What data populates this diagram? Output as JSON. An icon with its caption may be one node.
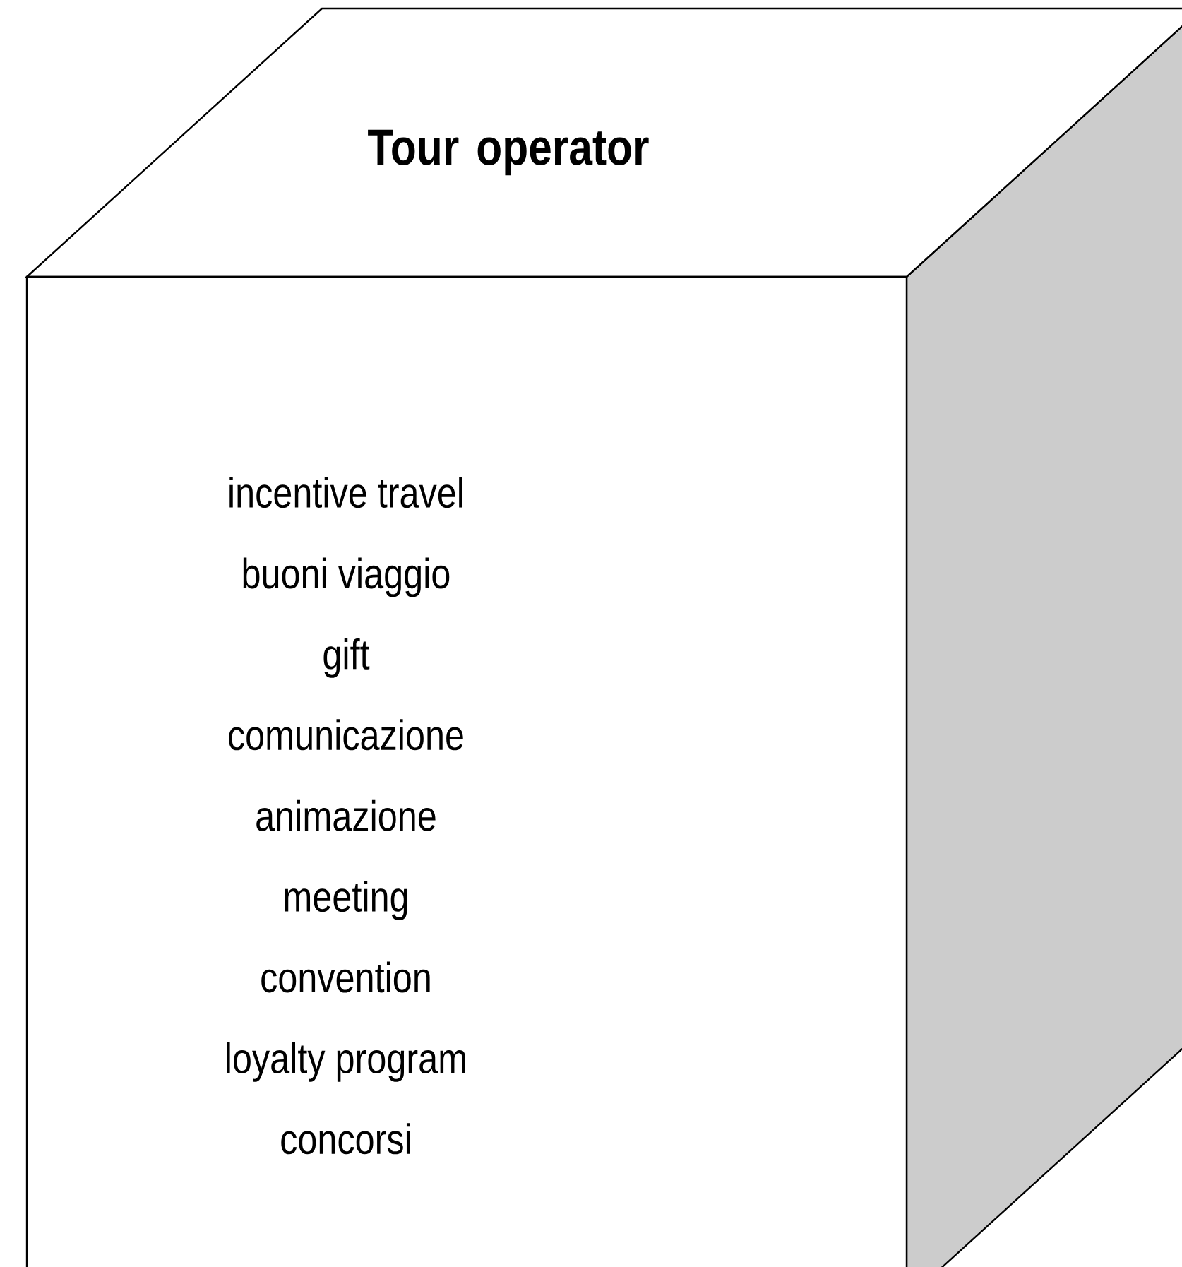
{
  "diagram": {
    "nodes": [
      {
        "text": [
          "Tour operator",
          "incentive travel",
          "buoni viaggio",
          "gift",
          "comunicazione",
          "animazione",
          "meeting",
          "convention",
          "loyalty program",
          "concorsi"
        ]
      }
    ]
  }
}
